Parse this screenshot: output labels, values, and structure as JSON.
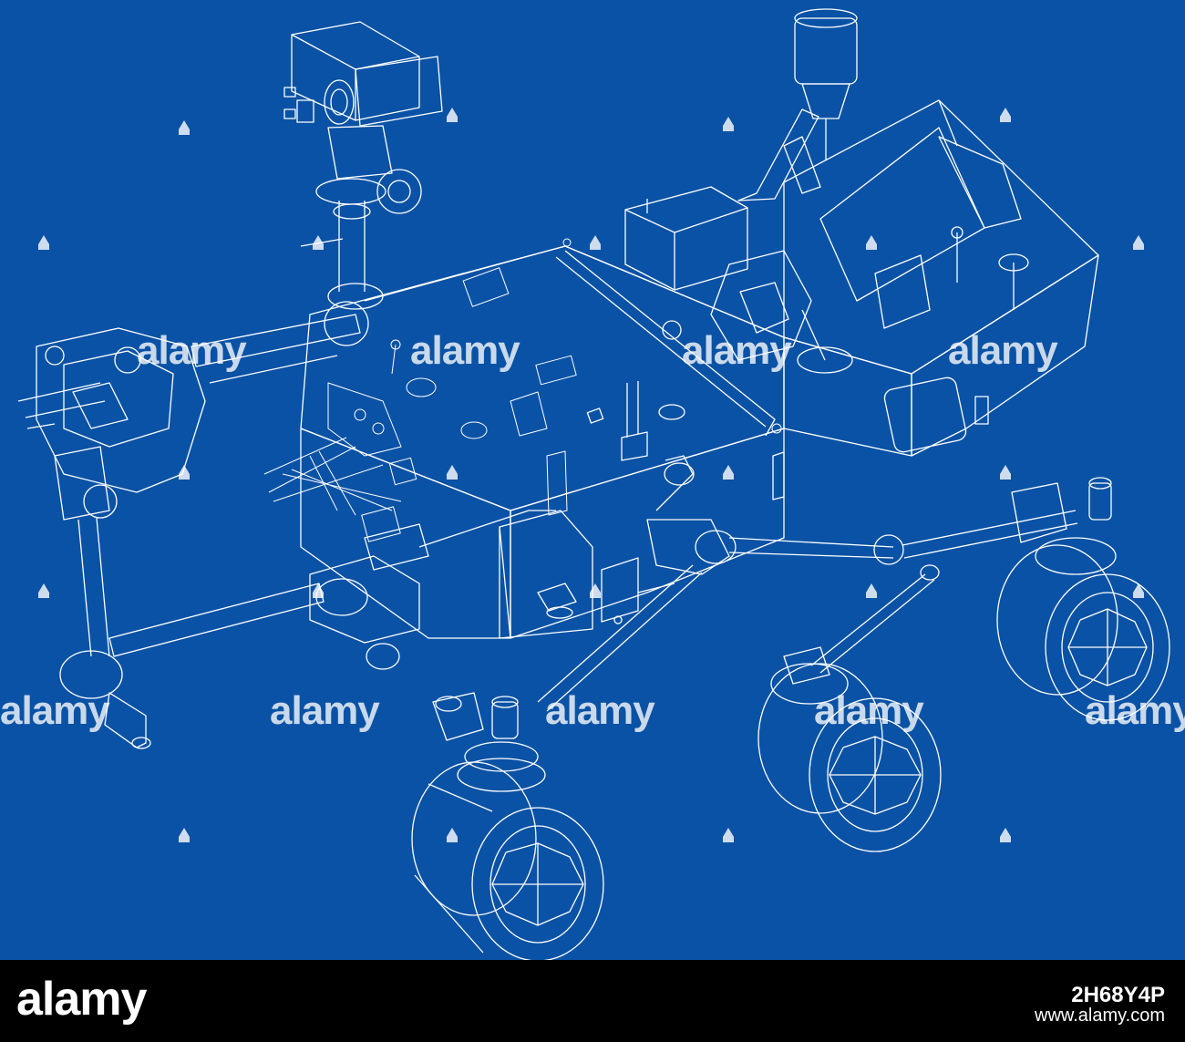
{
  "image": {
    "subject": "Mars rover wireframe blueprint",
    "background_color": "#0a52a5",
    "line_color": "#ffffff"
  },
  "watermark": {
    "text": "alamy",
    "color": "rgba(255,255,255,0.78)"
  },
  "footer": {
    "logo_text": "alamy",
    "image_id": "2H68Y4P",
    "site_url": "www.alamy.com",
    "background_color": "#000000"
  }
}
